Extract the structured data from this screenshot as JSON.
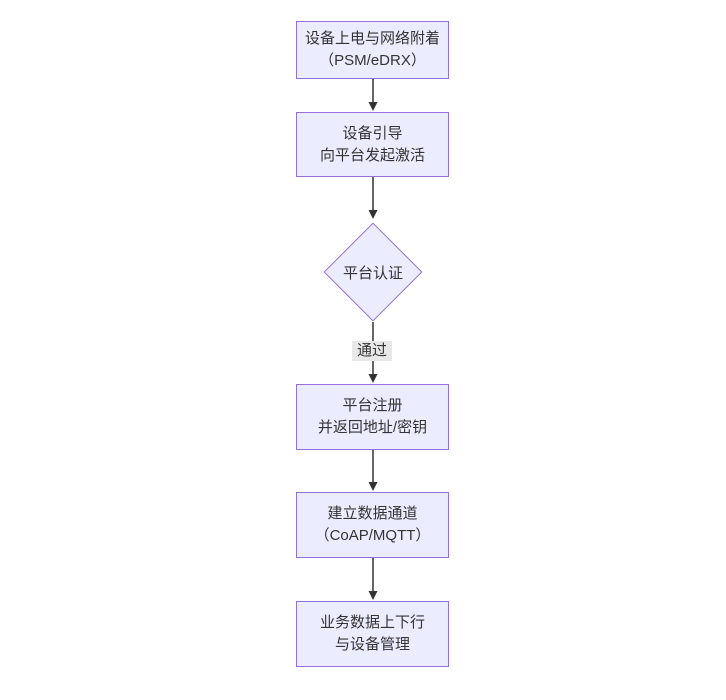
{
  "diagram": {
    "type": "flowchart",
    "direction": "top-down",
    "colors": {
      "background": "#ffffff",
      "node_fill": "#ECECFF",
      "node_border": "#9370DB",
      "text": "#333333",
      "edge_line": "#333333",
      "edge_label_bg": "#e8e8e8"
    },
    "nodes": [
      {
        "id": 0,
        "type": "rect",
        "label": "设备上电与网络附着\n（PSM/eDRX）"
      },
      {
        "id": 1,
        "type": "rect",
        "label": "设备引导\n向平台发起激活"
      },
      {
        "id": 2,
        "type": "diamond",
        "label": "平台认证"
      },
      {
        "id": 3,
        "type": "rect",
        "label": "平台注册\n并返回地址/密钥"
      },
      {
        "id": 4,
        "type": "rect",
        "label": "建立数据通道\n（CoAP/MQTT）"
      },
      {
        "id": 5,
        "type": "rect",
        "label": "业务数据上下行\n与设备管理"
      }
    ],
    "edges": [
      {
        "from": 0,
        "to": 1,
        "label": ""
      },
      {
        "from": 1,
        "to": 2,
        "label": ""
      },
      {
        "from": 2,
        "to": 3,
        "label": "通过"
      },
      {
        "from": 3,
        "to": 4,
        "label": ""
      },
      {
        "from": 4,
        "to": 5,
        "label": ""
      }
    ]
  }
}
